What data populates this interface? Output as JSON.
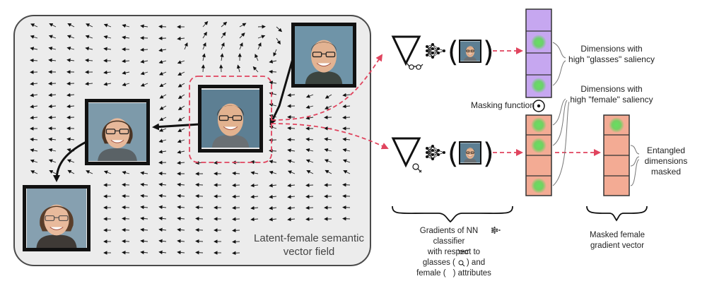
{
  "vector_field": {
    "caption_line1": "Latent-female semantic",
    "caption_line2": "vector field"
  },
  "faces": [
    {
      "id": "face-1",
      "subject": "man-glasses"
    },
    {
      "id": "face-2",
      "subject": "person-glasses"
    },
    {
      "id": "face-3",
      "subject": "woman-glasses"
    },
    {
      "id": "face-4",
      "subject": "woman-glasses"
    }
  ],
  "operators": {
    "glasses_icon": "glasses-icon",
    "female_icon": "female-icon",
    "network_icon": "neural-network-icon"
  },
  "labels": {
    "glasses_saliency_1": "Dimensions with",
    "glasses_saliency_2": "high \"glasses\" saliency",
    "female_saliency_1": "Dimensions with",
    "female_saliency_2": "high \"female\" saliency",
    "masking_function": "Masking function",
    "entangled_1": "Entangled",
    "entangled_2": "dimensions",
    "entangled_3": "masked",
    "gradients_1": "Gradients of NN classifier",
    "gradients_2": "with respect to",
    "gradients_3": "glasses (",
    "gradients_3b": ") and",
    "gradients_4": "female (",
    "gradients_4b": ") attributes",
    "masked_1": "Masked female",
    "masked_2": "gradient vector"
  },
  "colors": {
    "purple_vector": "#c6a7f0",
    "salmon_vector": "#f3ab94",
    "green_dot": "#5fd65a",
    "dashed_red": "#e0445e",
    "field_bg": "#ececec"
  }
}
